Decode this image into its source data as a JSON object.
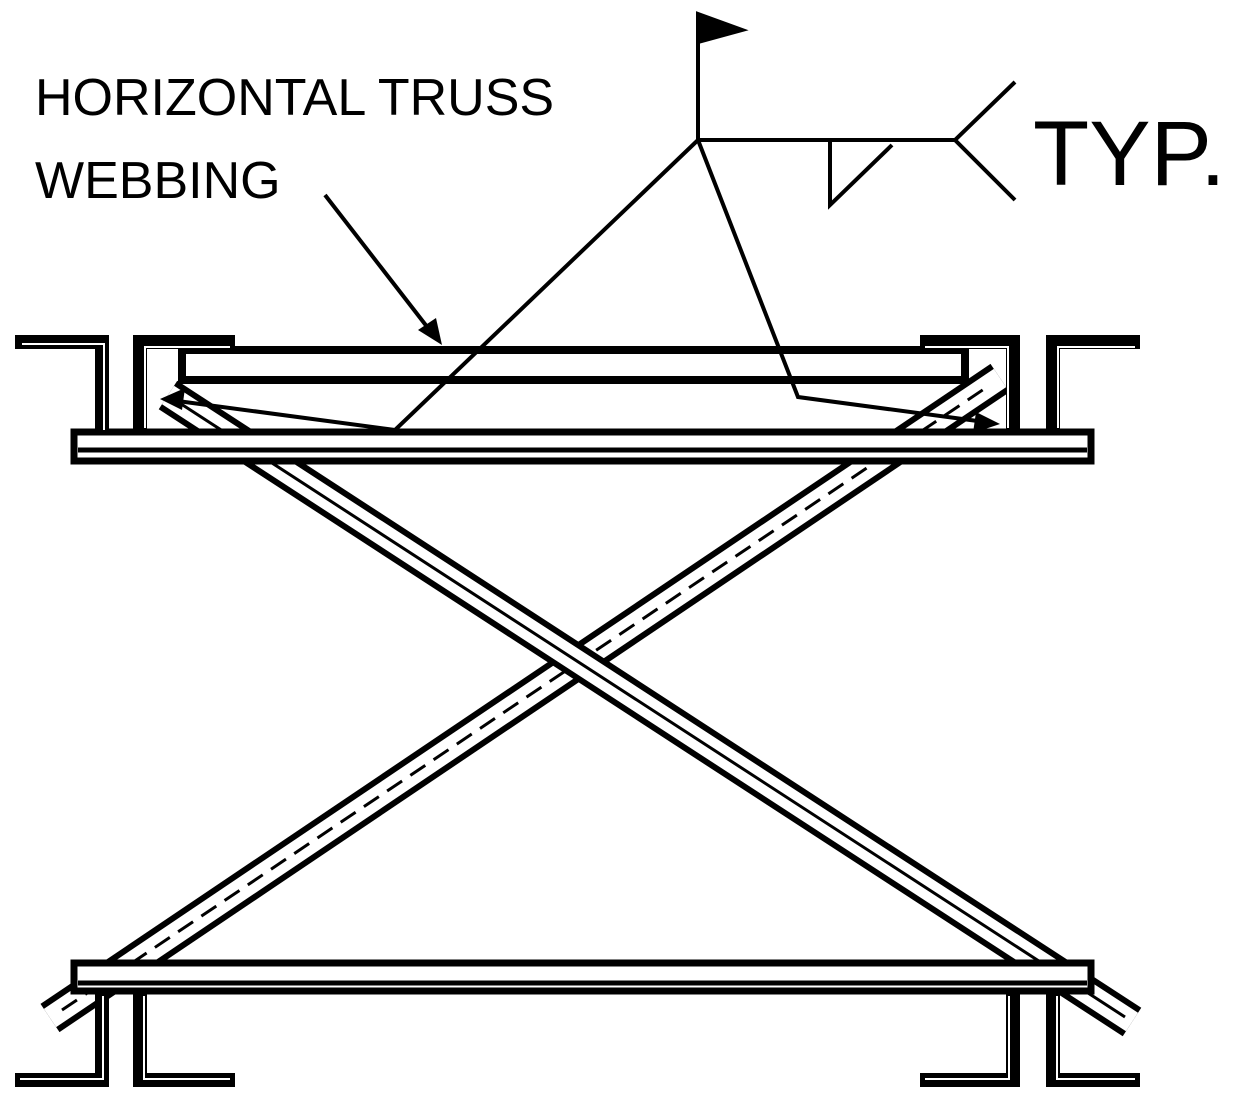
{
  "labels": {
    "member": [
      "HORIZONTAL TRUSS",
      "WEBBING"
    ],
    "typical": "TYP."
  },
  "colors": {
    "ink": "#000000",
    "paper": "#ffffff"
  }
}
